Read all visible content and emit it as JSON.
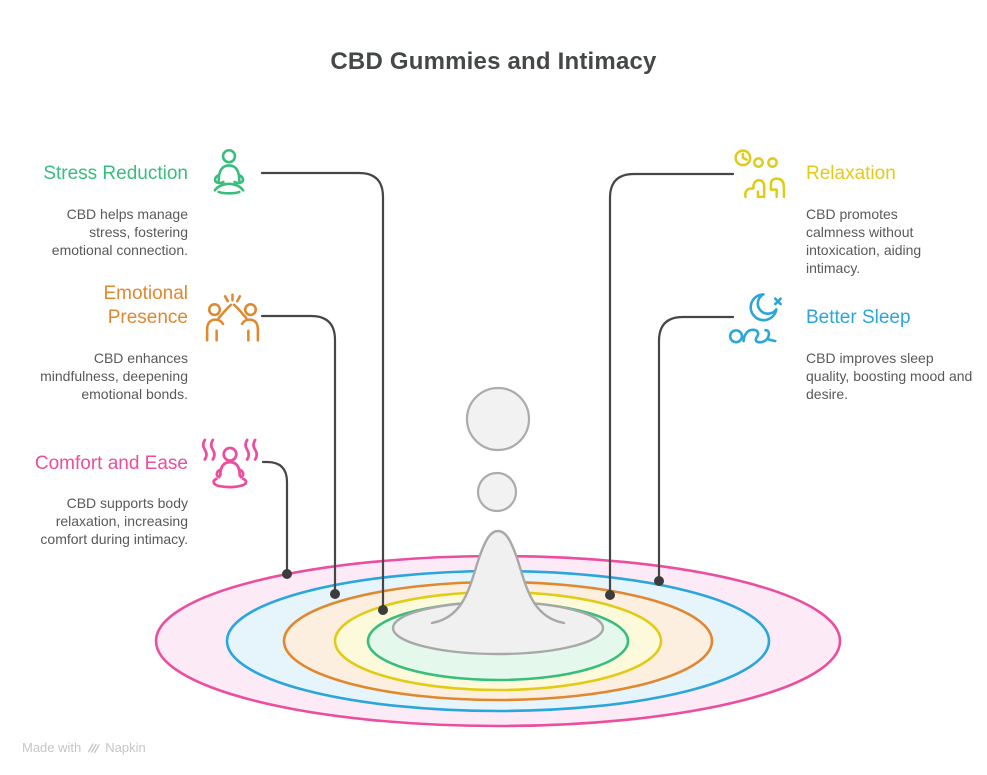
{
  "title": "CBD Gummies and Intimacy",
  "colors": {
    "title_text": "#454849",
    "body_text": "#58595B",
    "connector": "#464646",
    "connector_dot": "#3C3C3C",
    "background": "#FFFFFF",
    "footer_text": "#C4C6C8"
  },
  "items": [
    {
      "id": "stress-reduction",
      "title": "Stress Reduction",
      "description": "CBD helps manage stress, fostering emotional connection.",
      "color": "#38BD7D",
      "icon": "meditating-person-icon",
      "side": "left",
      "connects_to_ring": "green"
    },
    {
      "id": "emotional-presence",
      "title": "Emotional Presence",
      "description": "CBD enhances mindfulness, deepening emotional bonds.",
      "color": "#E0882F",
      "icon": "high-five-people-icon",
      "side": "left",
      "connects_to_ring": "orange"
    },
    {
      "id": "comfort-and-ease",
      "title": "Comfort and Ease",
      "description": "CBD supports body relaxation, increasing comfort during intimacy.",
      "color": "#EB4E9E",
      "icon": "relaxed-person-steam-icon",
      "side": "left",
      "connects_to_ring": "pink"
    },
    {
      "id": "relaxation",
      "title": "Relaxation",
      "description": "CBD promotes calmness without intoxication, aiding intimacy.",
      "color": "#E2CB16",
      "icon": "clock-seated-people-icon",
      "side": "right",
      "connects_to_ring": "yellow"
    },
    {
      "id": "better-sleep",
      "title": "Better Sleep",
      "description": "CBD improves sleep quality, boosting mood and desire.",
      "color": "#2AA6DB",
      "icon": "moon-sleeping-person-icon",
      "side": "right",
      "connects_to_ring": "blue"
    }
  ],
  "ripple": {
    "rings": [
      {
        "name": "pink",
        "stroke": "#EB4E9E",
        "fill": "#FCEBF7"
      },
      {
        "name": "blue",
        "stroke": "#2AA6DB",
        "fill": "#E6F4FB"
      },
      {
        "name": "orange",
        "stroke": "#E0882F",
        "fill": "#FCEFE0"
      },
      {
        "name": "yellow",
        "stroke": "#E2CB16",
        "fill": "#FCFADB"
      },
      {
        "name": "green",
        "stroke": "#38BD7D",
        "fill": "#E5F8EC"
      }
    ],
    "splash": {
      "stroke": "#A8A8A8",
      "fill": "#F0F0F0"
    },
    "droplet": {
      "stroke": "#ACACAC",
      "fill": "#F2F2F2"
    }
  },
  "footer": {
    "made_with": "Made with",
    "brand": "Napkin"
  }
}
